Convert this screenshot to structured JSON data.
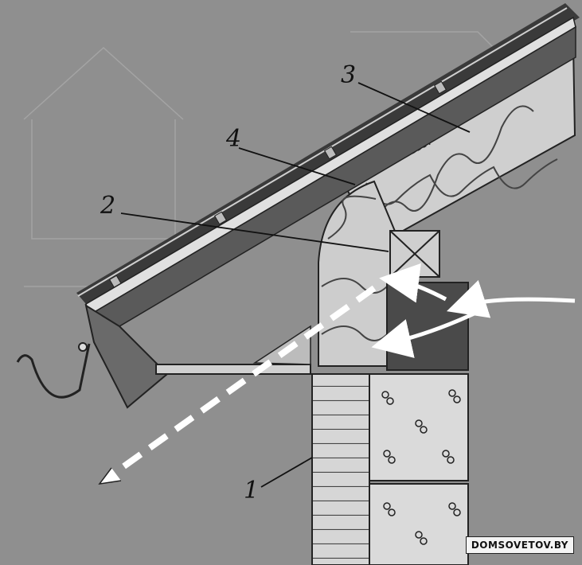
{
  "callouts": [
    "1",
    "2",
    "3",
    "4"
  ],
  "watermark": "DOMSOVETOV.BY"
}
